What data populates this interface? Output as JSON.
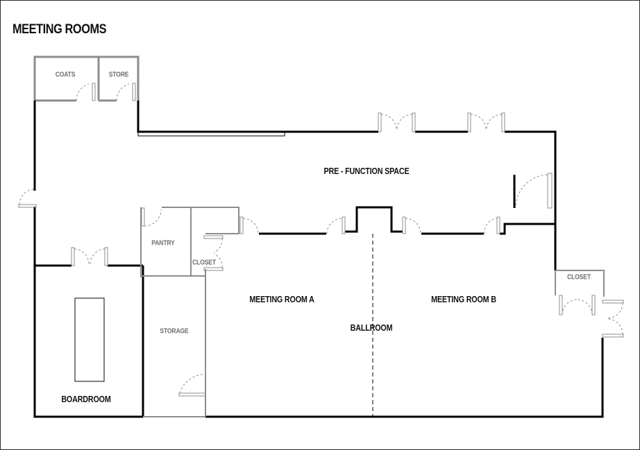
{
  "header": {
    "title": "MEETING ROOMS"
  },
  "colors": {
    "wall": "#000000",
    "interior_wall": "#8c8c8c",
    "door_swing": "#8c8c8c",
    "label_primary": "#111111",
    "label_secondary": "#6e6e6e"
  },
  "rooms": {
    "coats": {
      "label": "COATS"
    },
    "store": {
      "label": "STORE"
    },
    "pre_function": {
      "label": "PRE - FUNCTION SPACE"
    },
    "pantry": {
      "label": "PANTRY"
    },
    "closet_left": {
      "label": "CLOSET"
    },
    "closet_right": {
      "label": "CLOSET"
    },
    "meeting_room_a": {
      "label": "MEETING ROOM A"
    },
    "meeting_room_b": {
      "label": "MEETING ROOM B"
    },
    "ballroom": {
      "label": "BALLROOM"
    },
    "storage": {
      "label": "STORAGE"
    },
    "boardroom": {
      "label": "BOARDROOM"
    }
  }
}
